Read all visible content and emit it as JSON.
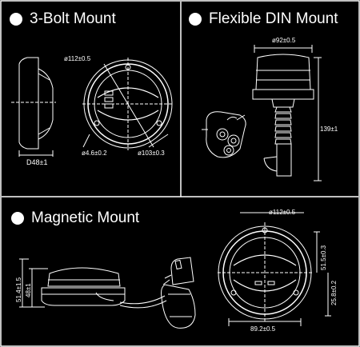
{
  "panels": {
    "bolt": {
      "title": "3-Bolt Mount",
      "dims": {
        "outer": "ø112±0.5",
        "depth": "D48±1",
        "hole": "ø4.6±0.2",
        "pcd": "ø103±0.3"
      }
    },
    "din": {
      "title": "Flexible DIN Mount",
      "dims": {
        "dia": "ø92±0.5",
        "height": "139±1"
      }
    },
    "magnetic": {
      "title": "Magnetic Mount",
      "dims": {
        "outer": "ø112±0.5",
        "h_total": "51.4±1.5",
        "h_base": "48±1",
        "h_right": "51.5±0.3",
        "h_right2": "25.8±0.2",
        "width": "89.2±0.5"
      }
    }
  },
  "colors": {
    "background": "#000000",
    "line": "#ffffff",
    "grid_border": "#ffffff"
  }
}
